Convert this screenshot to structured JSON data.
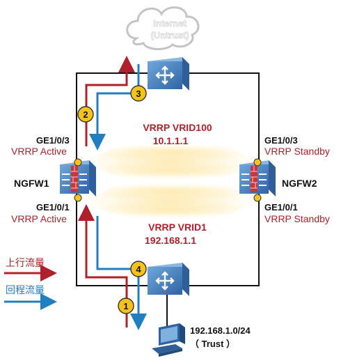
{
  "colors": {
    "accent_red": "#b0202a",
    "return_blue": "#1f7fc0",
    "device_blue": "#3b7bbd",
    "badge_yellow": "#f7c21a",
    "cloud_gray": "#c4c4c4",
    "glow": "#fde7a6"
  },
  "cloud": {
    "line1": "Internet",
    "line2": "(Untrust)"
  },
  "ngfw1": {
    "name": "NGFW1",
    "upper_port": "GE1/0/3",
    "upper_state": "VRRP Active",
    "lower_port": "GE1/0/1",
    "lower_state": "VRRP Active"
  },
  "ngfw2": {
    "name": "NGFW2",
    "upper_port": "GE1/0/3",
    "upper_state": "VRRP Standby",
    "lower_port": "GE1/0/1",
    "lower_state": "VRRP Standby"
  },
  "vrrp_upper": {
    "title": "VRRP VRID100",
    "ip": "10.1.1.1"
  },
  "vrrp_lower": {
    "title": "VRRP VRID1",
    "ip": "192.168.1.1"
  },
  "legend": {
    "upstream": "上行流量",
    "return": "回程流量"
  },
  "steps": [
    "1",
    "2",
    "3",
    "4"
  ],
  "host": {
    "subnet": "192.168.1.0/24",
    "zone": "（ Trust ）"
  },
  "icons": [
    "cloud-icon",
    "router-icon",
    "firewall-icon",
    "pc-icon"
  ]
}
